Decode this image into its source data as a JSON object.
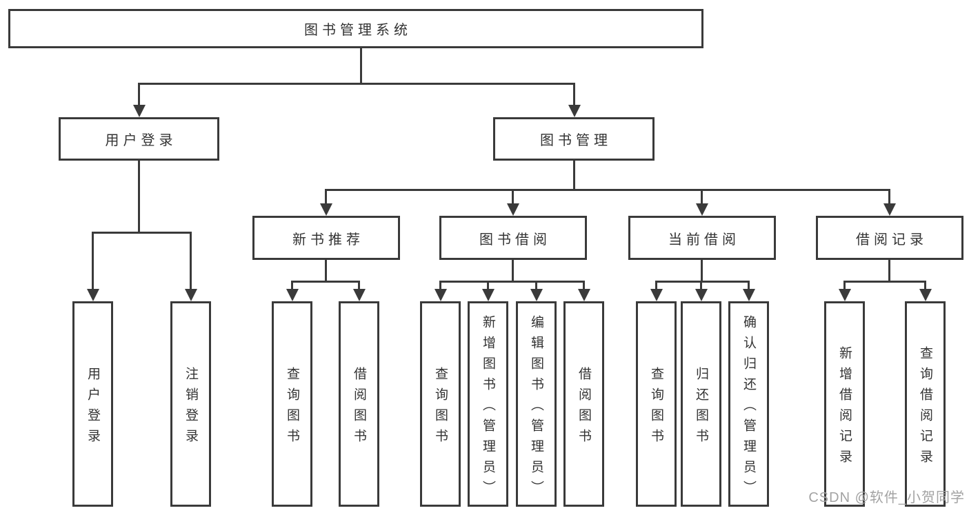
{
  "title": "图书管理系统",
  "watermark": "CSDN @软件_小贺同学",
  "colors": {
    "line": "#3a3a3a",
    "box_border": "#3a3a3a",
    "text": "#333333",
    "background": "#ffffff",
    "watermark": "#a3a3a3"
  },
  "nodes": {
    "root": "图书管理系统",
    "user_login": "用户登录",
    "book_management": "图书管理",
    "new_book_recommend": "新书推荐",
    "book_borrow": "图书借阅",
    "current_borrow": "当前借阅",
    "borrow_record": "借阅记录",
    "user_login_leaf": "用户登录",
    "logout": "注销登录",
    "nbr_query_book": "查询图书",
    "nbr_borrow_book": "借阅图书",
    "bb_query_book": "查询图书",
    "bb_add_book": "新增图书（管理员）",
    "bb_edit_book": "编辑图书（管理员）",
    "bb_borrow_book": "借阅图书",
    "cb_query_book": "查询图书",
    "cb_return_book": "归还图书",
    "cb_confirm_return": "确认归还（管理员）",
    "br_add_record": "新增借阅记录",
    "br_query_record": "查询借阅记录"
  },
  "edges": {
    "root": [
      "user_login",
      "book_management"
    ],
    "user_login": [
      "user_login_leaf",
      "logout"
    ],
    "book_management": [
      "new_book_recommend",
      "book_borrow",
      "current_borrow",
      "borrow_record"
    ],
    "new_book_recommend": [
      "nbr_query_book",
      "nbr_borrow_book"
    ],
    "book_borrow": [
      "bb_query_book",
      "bb_add_book",
      "bb_edit_book",
      "bb_borrow_book"
    ],
    "current_borrow": [
      "cb_query_book",
      "cb_return_book",
      "cb_confirm_return"
    ],
    "borrow_record": [
      "br_add_record",
      "br_query_record"
    ]
  }
}
